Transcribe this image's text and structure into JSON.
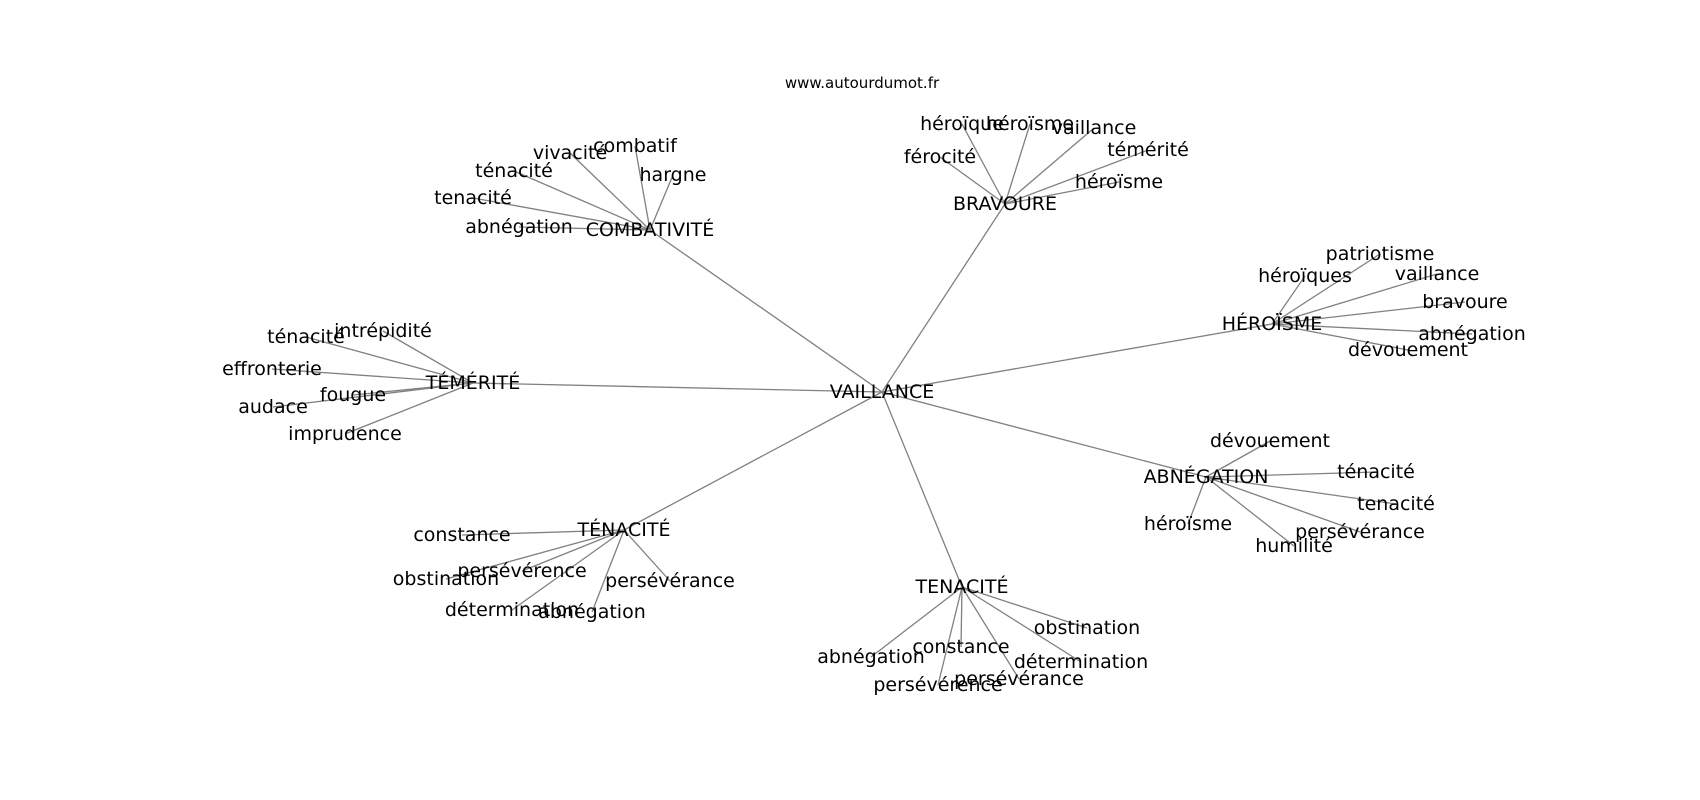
{
  "site_url": "www.autourdumot.fr",
  "center": "VAILLANCE",
  "clusters": [
    {
      "hub": "COMBATIVITÉ",
      "words": [
        "combatif",
        "vivacité",
        "hargne",
        "ténacité",
        "tenacité",
        "abnégation"
      ]
    },
    {
      "hub": "BRAVOURE",
      "words": [
        "héroïque",
        "héroïsme",
        "vaillance",
        "férocité",
        "témérité",
        "héroïsme"
      ]
    },
    {
      "hub": "HÉROÏSME",
      "words": [
        "patriotisme",
        "héroïques",
        "vaillance",
        "bravoure",
        "abnégation",
        "dévouement"
      ]
    },
    {
      "hub": "TÉMÉRITÉ",
      "words": [
        "intrépidité",
        "ténacité",
        "effronterie",
        "fougue",
        "audace",
        "imprudence"
      ]
    },
    {
      "hub": "ABNÉGATION",
      "words": [
        "dévouement",
        "ténacité",
        "tenacité",
        "héroïsme",
        "persévérance",
        "humilité"
      ]
    },
    {
      "hub": "TÉNACITÉ",
      "words": [
        "constance",
        "persévérence",
        "obstination",
        "persévérance",
        "détermination",
        "abnégation"
      ]
    },
    {
      "hub": "TENACITÉ",
      "words": [
        "obstination",
        "détermination",
        "constance",
        "abnégation",
        "persévérance",
        "persévérence"
      ]
    }
  ]
}
